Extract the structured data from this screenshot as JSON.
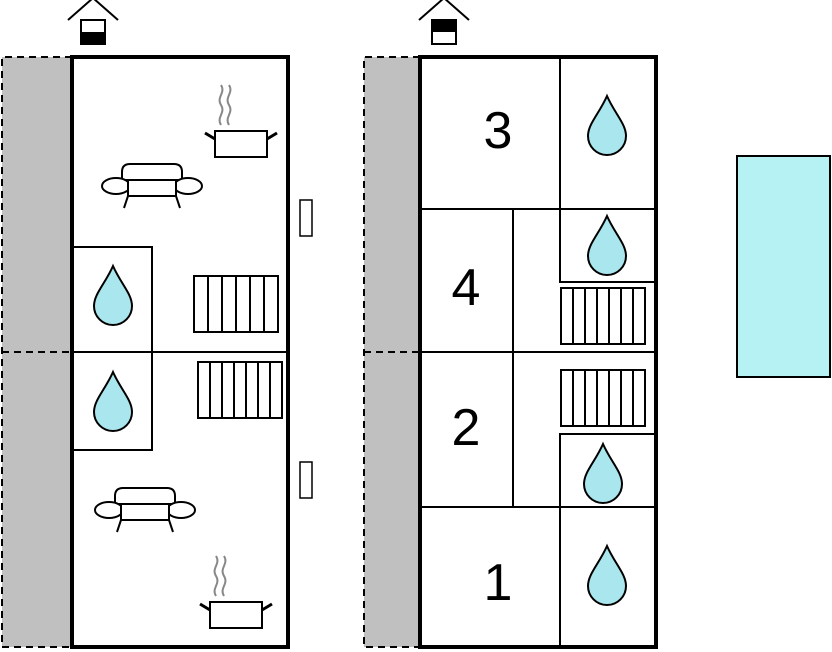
{
  "colors": {
    "terrace": "#c0c0c0",
    "water": "#a9e6ee",
    "pool": "#b6f2f4",
    "line": "#000000",
    "background": "#ffffff"
  },
  "icons": [
    "house-icon",
    "sofa-icon",
    "cooking-pot-icon",
    "water-drop-icon",
    "staircase-icon",
    "window-icon"
  ],
  "floor_plan_right": {
    "rooms": [
      {
        "label": "3"
      },
      {
        "label": "4"
      },
      {
        "label": "2"
      },
      {
        "label": "1"
      }
    ]
  }
}
